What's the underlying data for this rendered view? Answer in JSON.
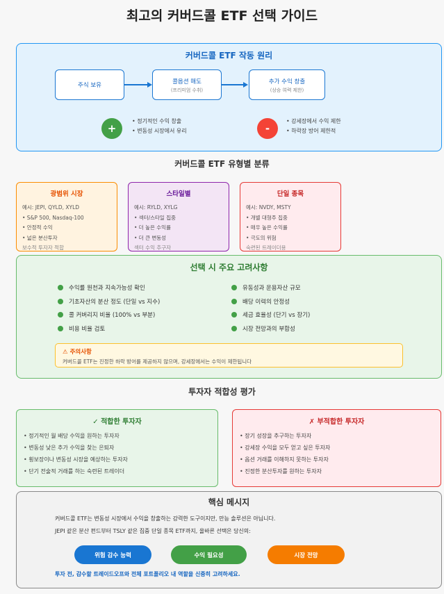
{
  "title": "최고의 커버드콜 ETF 선택 가이드",
  "mechanism": {
    "title": "커버드콜 ETF 작동 원리",
    "steps": [
      {
        "label": "주식 보유",
        "sub": ""
      },
      {
        "label": "콜옵션 매도",
        "sub": "(프리미엄 수취)"
      },
      {
        "label": "추가 수익 창출",
        "sub": "(상승 여력 제한)"
      }
    ],
    "pros_symbol": "+",
    "pros": [
      "• 정기적인 수익 창출",
      "• 변동성 시장에서 유리"
    ],
    "cons_symbol": "-",
    "cons": [
      "• 강세장에서 수익 제한",
      "• 하락장 방어 제한적"
    ],
    "colors": {
      "plus": "#43a047",
      "minus": "#f44336",
      "accent": "#2196f3"
    }
  },
  "types": {
    "title": "커버드콜 ETF 유형별 분류",
    "items": [
      {
        "title": "광범위 시장",
        "lines": [
          "예시: JEPI, QYLD, XYLD",
          "• S&P 500, Nasdaq-100",
          "• 안정적 수익",
          "• 넓은 분산투자"
        ],
        "note": "보수적 투자자 적합"
      },
      {
        "title": "스타일별",
        "lines": [
          "예시: RYLD, XYLG",
          "• 섹터/스타일 집중",
          "• 더 높은 수익률",
          "• 더 큰 변동성"
        ],
        "note": "섹터 수익 추구자"
      },
      {
        "title": "단일 종목",
        "lines": [
          "예시: NVDY, MSTY",
          "• 개별 대형주 집중",
          "• 매우 높은 수익률",
          "• 극도의 위험"
        ],
        "note": "숙련된 트레이더용"
      }
    ]
  },
  "considerations": {
    "title": "선택 시 주요 고려사항",
    "left": [
      "수익률 원천과 지속가능성 확인",
      "기초자산의 분산 정도 (단일 vs 지수)",
      "콜 커버리지 비율 (100% vs 부분)",
      "비용 비율 검토"
    ],
    "right": [
      "유동성과 운용자산 규모",
      "배당 이력의 안정성",
      "세금 효율성 (단기 vs 장기)",
      "시장 전망과의 부합성"
    ],
    "warning_title": "⚠ 주의사항",
    "warning_body": "커버드콜 ETF는 진정한 하락 방어를 제공하지 않으며, 강세장에서는 수익이 제한됩니다"
  },
  "suitability": {
    "title": "투자자 적합성 평가",
    "suitable_title": "✓ 적합한 투자자",
    "suitable": [
      "• 정기적인 월 배당 수익을 원하는 투자자",
      "• 변동성 낮은 추가 수익을 찾는 은퇴자",
      "• 횡보장이나 변동성 시장을 예상하는 투자자",
      "• 단기 전술적 거래를 하는 숙련된 트레이더"
    ],
    "unsuitable_title": "✗ 부적합한 투자자",
    "unsuitable": [
      "• 장기 성장을 추구하는 투자자",
      "• 강세장 수익을 모두 얻고 싶은 투자자",
      "• 옵션 거래를 이해하지 못하는 투자자",
      "• 진정한 분산투자를 원하는 투자자"
    ]
  },
  "key": {
    "title": "핵심 메시지",
    "line1": "커버드콜 ETF는 변동성 시장에서 수익을 창출하는 강력한 도구이지만, 만능 솔루션은 아닙니다.",
    "line2": "JEPI 같은 분산 펀드부터 TSLY 같은 집중 단일 종목 ETF까지, 올바른 선택은 당신의:",
    "pills": [
      {
        "label": "위험 감수 능력",
        "color": "#1976d2"
      },
      {
        "label": "수익 필요성",
        "color": "#43a047"
      },
      {
        "label": "시장 전망",
        "color": "#f57c00"
      }
    ],
    "footer": "투자 전, 감수할 트레이드오프와 전체 포트폴리오 내 역할을 신중히 고려하세요."
  }
}
